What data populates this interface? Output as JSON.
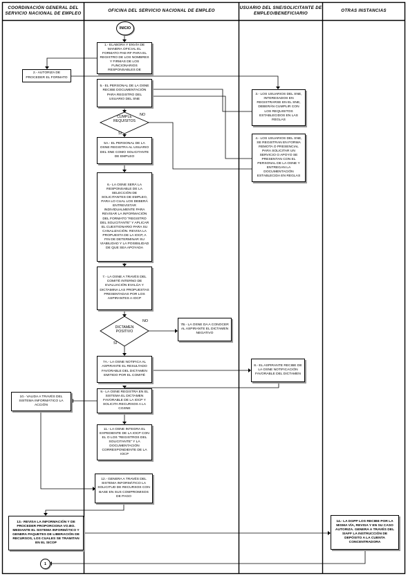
{
  "lanes": [
    "COORDINACIÓN GENERAL DEL SERVICIO NACIONAL DE EMPLEO",
    "OFICINA DEL SERVICIO NACIONAL DE EMPLEO",
    "USUARIO DEL SNE/SOLICITANTE DE EMPLEO/BENEFICIARIO",
    "OTRAS INSTANCIAS"
  ],
  "start": "INICIO",
  "connector": "1",
  "steps": {
    "s1": "1.- ELABORA Y ENVÍA DE MANERA OFICIAL EL FORMATO PAE-RF PARA EL REGISTRO DE LOS NOMBRES Y FIRMAS DE LOS FUNCIONARIOS RESPONSABLES DE",
    "s2": "2.- AUTORIZA DE PROCEDER EL FORMATO",
    "s3": "3.- LOS USUARIOS DEL SNE, INTERESADOS EN REGISTRARSE EN EL SNE, DEBERÁN CUMPLIR CON LOS REQUISITOS ESTABLECIDOS EN LAS REGLAS",
    "s4": "4.- LOS USUARIOS DEL SNE, SE REGISTRAN EN FORMA REMOTA O PRESENCIAL PARA SOLICITAR UN SERVICIO O APOYO SE PRESENTAN CON EL PERSONAL DE LA OSNE Y ENTREGAN LA DOCUMENTACIÓN ESTABLECIDA EN REGLAS",
    "s5": "5.- EL PERSONAL DE LA OSNE RECIBE DOCUMENTACIÓN PARA REGISTRO DEL USUARIO DEL SNE",
    "s5a": "5A.- EL PERSONAL DE LA OSNE REGISTRA AL USUARIO DEL SNE COMO SOLICITANTE DE EMPLEO",
    "s6": "6.- LA OSNE SERÁ LA RESPONSABLE DE LA SELECCIÓN DE SOLICITANTES DE EMPLEO, PARA LO CUAL LOS DEBERÁ ENTREVISTAR INDIVIDUALMENTE PARA REVISAR LA INFORMACIÓN DEL FORMATO \"REGISTRO DEL SOLICITANTE\" Y APLICAR EL CUESTIONARIO PARA SU CANALIZACIÓN. REVISA LA PROPUESTA DE LA IOCP, A FIN DE DETERMINAR SU VIABILIDAD Y LA POSIBILIDAD DE QUE SEA APOYADA",
    "s7": "7.- LA OSNE A TRAVÉS DEL COMITÉ INTERNO DE EVALUACIÓN EVALÚA Y DICTAMINA LAS PROPUESTAS PRESENTADAS POR LOS ASPIRANTES A IOCP",
    "s7a": "7A.- LA OSNE NOTIFICA AL ASPIRANTE EL RESULTADO FAVORABLE DEL DICTAMEN EMITIDO POR EL COMITÉ",
    "s7b": "7B.- LA OSNE DA A CONOCER AL ASPIRANTE EL DICTAMEN NEGATIVO",
    "s8": "8.- EL ASPIRANTE RECIBE DE LA OSNE NOTIFICACIÓN FAVORABLE DEL DICTAMEN",
    "s9": "9.- LA OSNE REGISTRA EN EL SISTEMA EL DICTAMEN FAVORABLE DE LA IOCP Y SOLICITA RECURSOS A LA CGSNE",
    "s10": "10.- VALIDA A TRAVÉS DEL SISTEMA INFORMÁTICO LA ACCIÓN",
    "s11": "11.- LA OSNE INTEGRA EL EXPEDIENTE DE LA IOCP CON EL O LOS \"REGISTROS DEL SOLICITANTE\" Y LA DOCUMENTACIÓN CORRESPONDIENTE DE LA IOCP",
    "s12": "12.- GENERA A TRAVÉS DEL SISTEMA INFORMÁTICO LA SOLICITUD DE RECURSOS CON BASE EN SUS COMPROMISOS DE PAGO",
    "s13": "13.- REVISA LA INFORMACIÓN Y DE PROCEDER PROPORCIONA VO.BO. MEDIANTE EL SISTEMA INFORMÁTICO Y GENERA PAQUETES DE LIBERACIÓN DE RECURSOS, LOS CUALES SE TRAMITAN EN EL SICOP",
    "s14": "14.- LA DGPP LOS RECIBE POR LA MISMA VÍA, REVISA Y EN SU CASO AUTORIZA. GENERA A TRAVÉS DEL SIAFF LA INSTRUCCIÓN DE DEPÓSITO A LA CUENTA CONCENTRADORA"
  },
  "decisions": {
    "d1": "CUMPLE REQUISITOS",
    "d2": "DICTAMEN POSITIVO"
  },
  "labels": {
    "no1": "NO",
    "si1": "SI",
    "no2": "NO",
    "si2": "SI"
  }
}
